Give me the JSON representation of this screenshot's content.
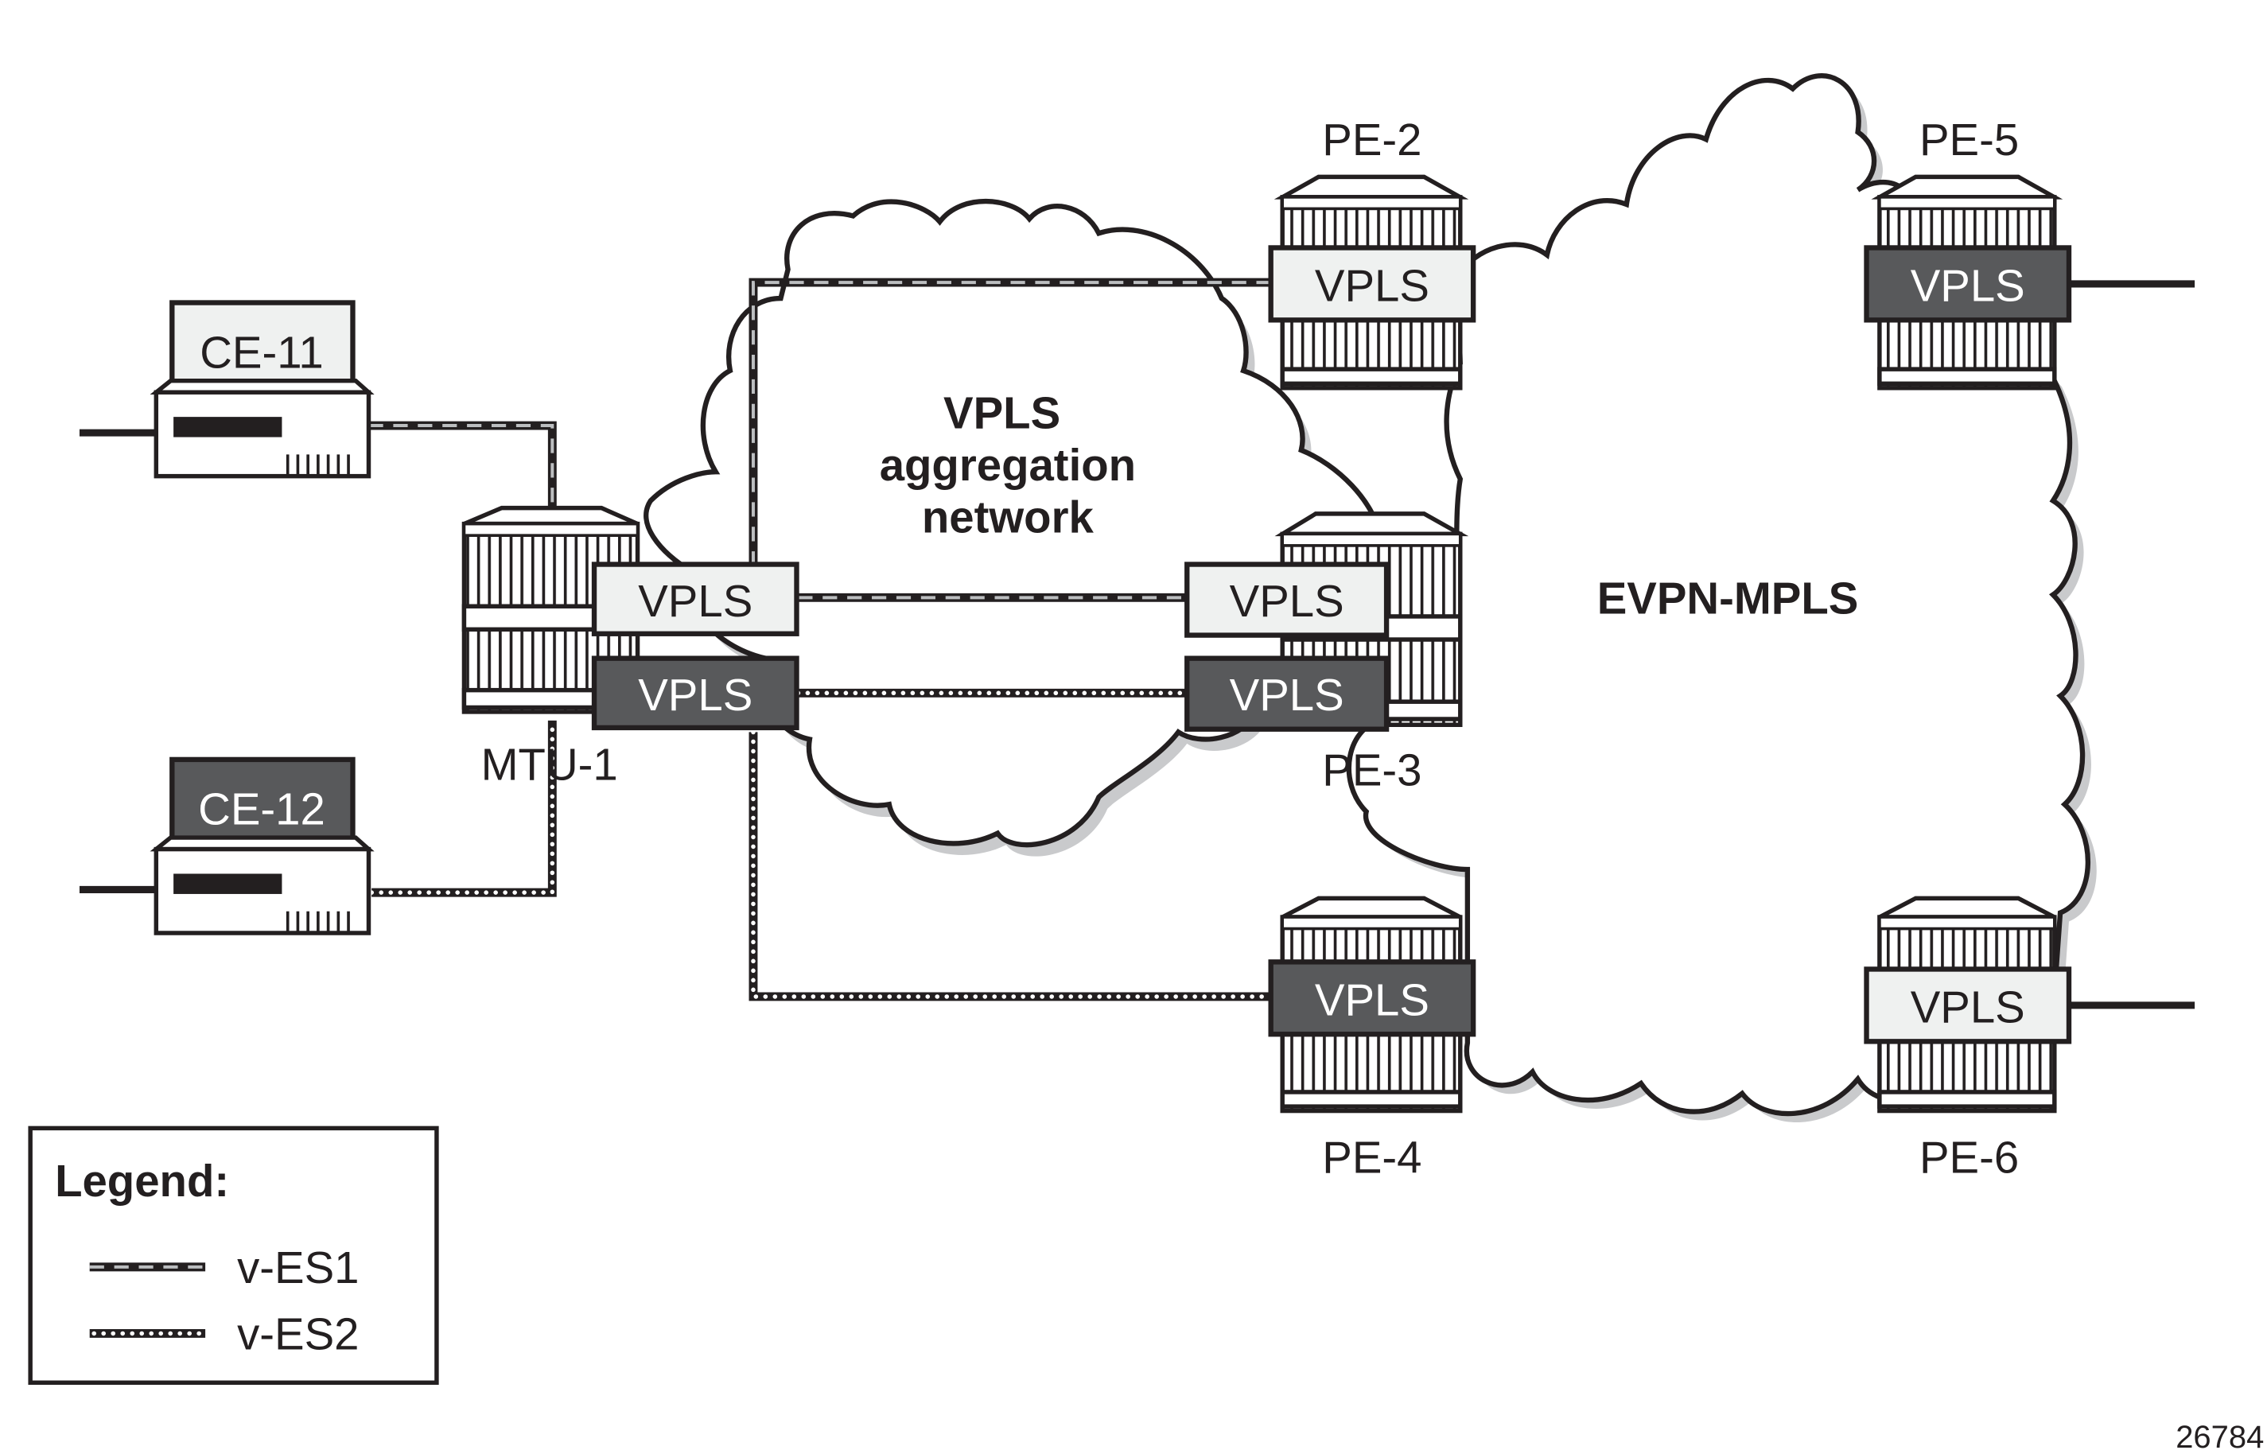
{
  "diagram": {
    "figure_id": "26784",
    "clouds": {
      "aggregation": {
        "line1": "VPLS",
        "line2": "aggregation",
        "line3": "network"
      },
      "evpn": {
        "label": "EVPN-MPLS"
      }
    },
    "nodes": {
      "ce11": {
        "label": "CE-11",
        "style": "light"
      },
      "ce12": {
        "label": "CE-12",
        "style": "dark"
      },
      "mtu1": {
        "label": "MTU-1",
        "services": [
          {
            "label": "VPLS",
            "style": "light"
          },
          {
            "label": "VPLS",
            "style": "dark"
          }
        ]
      },
      "pe2": {
        "label": "PE-2",
        "service": {
          "label": "VPLS",
          "style": "light"
        }
      },
      "pe3": {
        "label": "PE-3",
        "services": [
          {
            "label": "VPLS",
            "style": "light"
          },
          {
            "label": "VPLS",
            "style": "dark"
          }
        ]
      },
      "pe4": {
        "label": "PE-4",
        "service": {
          "label": "VPLS",
          "style": "dark"
        }
      },
      "pe5": {
        "label": "PE-5",
        "service": {
          "label": "VPLS",
          "style": "dark"
        }
      },
      "pe6": {
        "label": "PE-6",
        "service": {
          "label": "VPLS",
          "style": "light"
        }
      }
    },
    "links": [
      {
        "from": "CE-11",
        "to": "MTU-1",
        "type": "v-ES1"
      },
      {
        "from": "CE-12",
        "to": "MTU-1",
        "type": "v-ES2"
      },
      {
        "from": "MTU-1",
        "to": "PE-2",
        "type": "v-ES1"
      },
      {
        "from": "MTU-1",
        "to": "PE-3",
        "type": "v-ES1"
      },
      {
        "from": "MTU-1",
        "to": "PE-3",
        "type": "v-ES2"
      },
      {
        "from": "MTU-1",
        "to": "PE-4",
        "type": "v-ES2"
      }
    ],
    "legend": {
      "title": "Legend:",
      "items": [
        {
          "label": "v-ES1",
          "style": "dashed-gray"
        },
        {
          "label": "v-ES2",
          "style": "dotted-white"
        }
      ]
    },
    "colors": {
      "line": "#231f20",
      "light_fill": "#eff1f0",
      "dark_fill": "#58595b",
      "shadow": "#c9cacc",
      "dash_gray": "#bcbec0"
    }
  }
}
